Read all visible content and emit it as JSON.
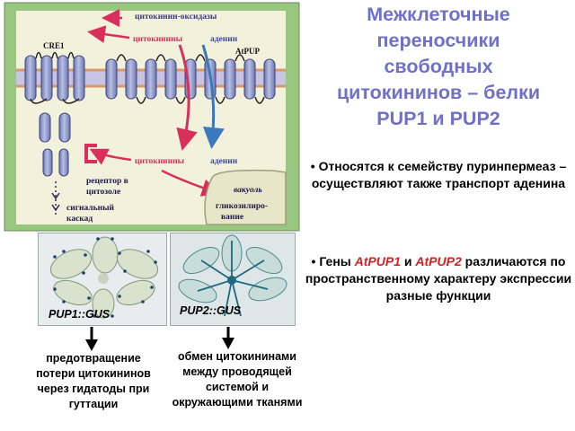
{
  "title": {
    "lines": [
      "Межклеточные",
      "переносчики",
      "свободных",
      "цитокининов – белки",
      "PUP1 и PUP2"
    ]
  },
  "bullets": {
    "first": {
      "marker": "•",
      "text": "Относятся к семейству пуринпермеаз – осуществляют также транспорт аденина"
    },
    "second": {
      "marker": "•",
      "prefix": "Гены ",
      "gene1": "AtPUP1",
      "joiner": " и ",
      "gene2": "AtPUP2",
      "suffix": " различаются по пространственному характеру экспрессии",
      "arrow_glyph": "",
      "ending": " разные функции"
    }
  },
  "diagram": {
    "cytokinin_oxidase": "цитокинин-оксидазы",
    "cytokinins_top": "цитокинины",
    "adenine_top": "аденин",
    "cre1": "CRE1",
    "atpup": "AtPUP",
    "cytokinins_mid": "цитокинины",
    "adenine_mid": "аденин",
    "receptor_line1": "рецептор в",
    "receptor_line2": "цитозоле",
    "signal_line1": "сигнальный",
    "signal_line2": "каскад",
    "vacuole": "вакуоль",
    "glycosylation_line1": "гликозилиро-",
    "glycosylation_line2": "вание",
    "colors": {
      "background": "#98c880",
      "red_arrow": "#d8305a",
      "blue_arrow": "#3a78c0",
      "protein": "#8a96c8",
      "vacuole": "#f2f1dc"
    }
  },
  "panels": {
    "left_label": "PUP1::GUS",
    "right_label": "PUP2::GUS"
  },
  "notes": {
    "left": "предотвращение потери цитокининов через гидатоды при гуттации",
    "right": "обмен цитокининами между проводящей системой и окружающими тканями"
  }
}
